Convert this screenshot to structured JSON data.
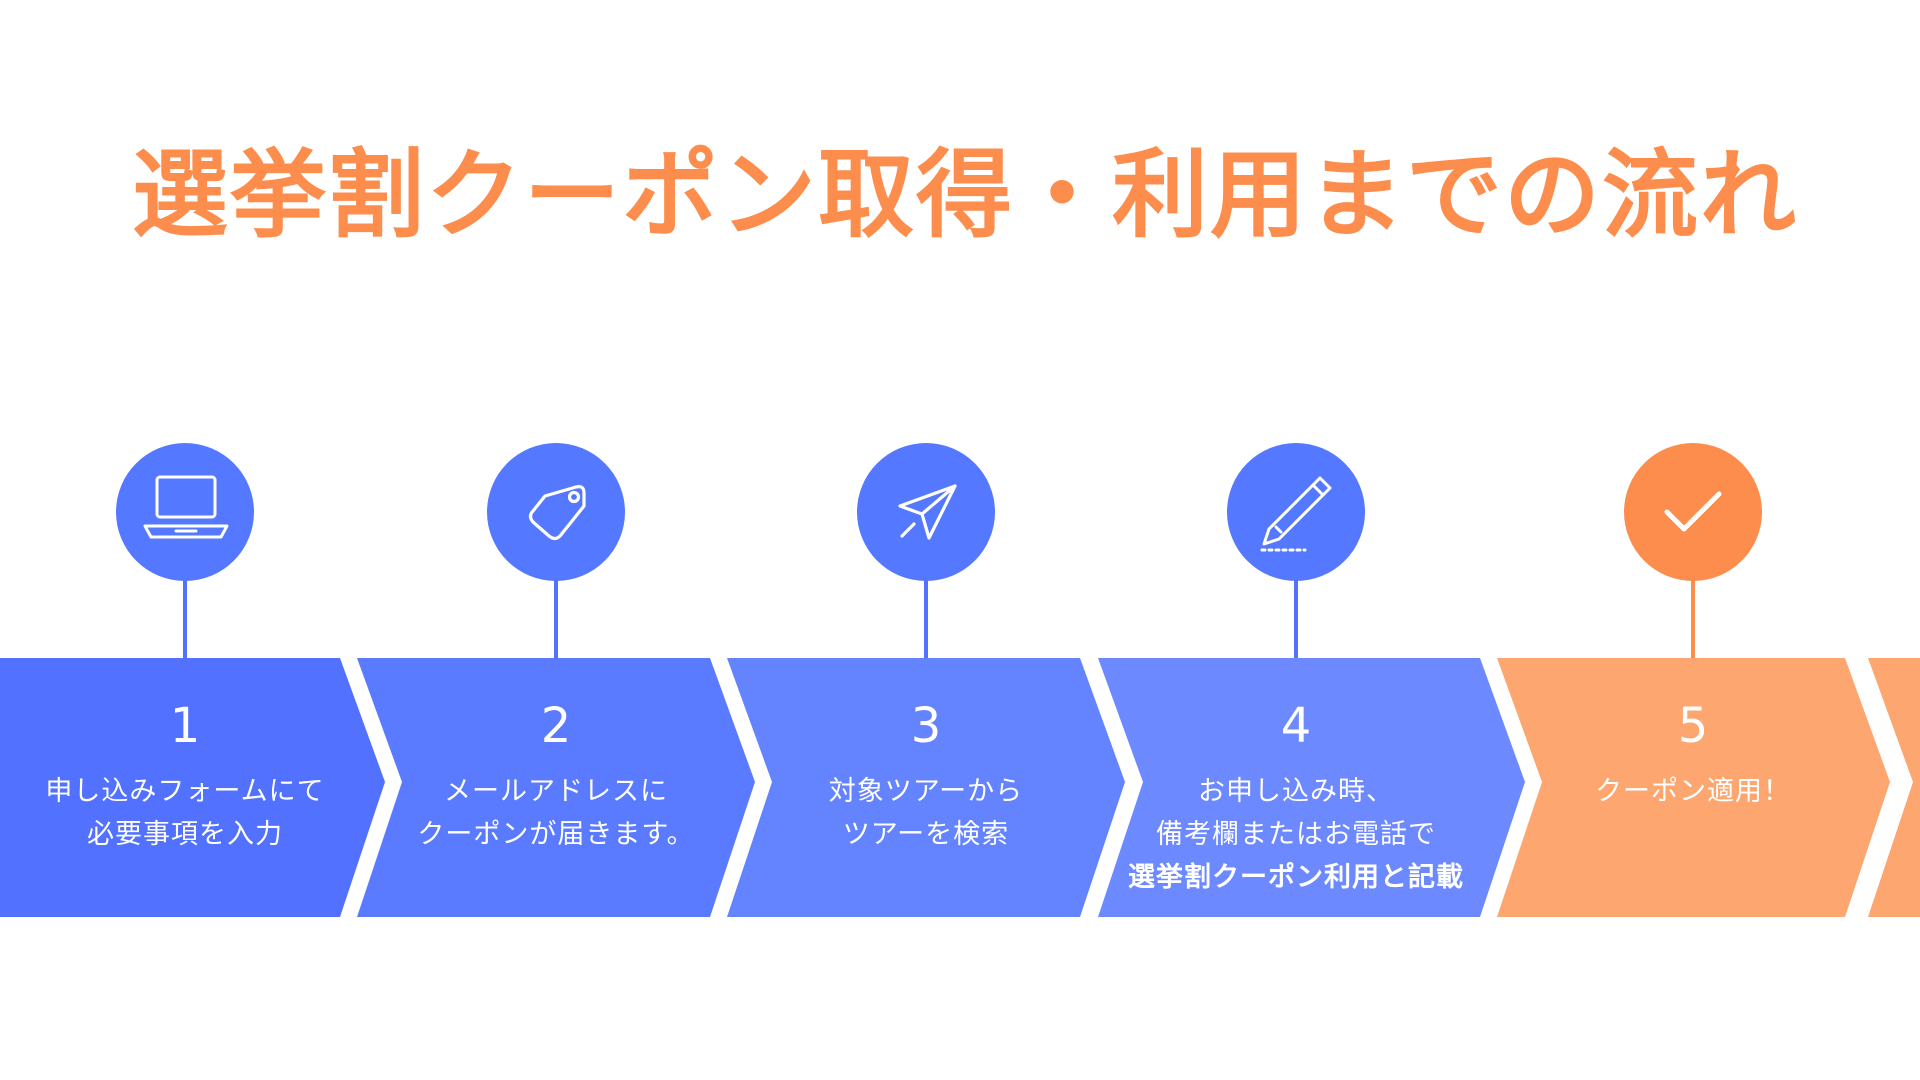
{
  "title": "選挙割クーポン取得・利用までの流れ",
  "colors": {
    "title": "#fc8d4c",
    "blue_circle": "#5478ff",
    "orange_circle": "#fc8d4c",
    "band_blue_1": "#5271ff",
    "band_blue_2": "#5a7aff",
    "band_blue_3": "#6483ff",
    "band_blue_4": "#6d89ff",
    "band_orange": "#fda66f",
    "connector_blue": "#5271ff",
    "connector_orange": "#fc8d4c"
  },
  "steps": [
    {
      "number": "1",
      "icon": "laptop-icon",
      "lines": [
        "申し込みフォームにて",
        "必要事項を入力"
      ],
      "color": "blue"
    },
    {
      "number": "2",
      "icon": "tag-icon",
      "lines": [
        "メールアドレスに",
        "クーポンが届きます。"
      ],
      "color": "blue"
    },
    {
      "number": "3",
      "icon": "send-icon",
      "lines": [
        "対象ツアーから",
        "ツアーを検索"
      ],
      "color": "blue"
    },
    {
      "number": "4",
      "icon": "pencil-icon",
      "lines": [
        "お申し込み時、",
        "備考欄またはお電話で",
        "選挙割クーポン利用と記載"
      ],
      "color": "blue"
    },
    {
      "number": "5",
      "icon": "check-icon",
      "lines": [
        "クーポン適用！"
      ],
      "color": "orange"
    }
  ]
}
